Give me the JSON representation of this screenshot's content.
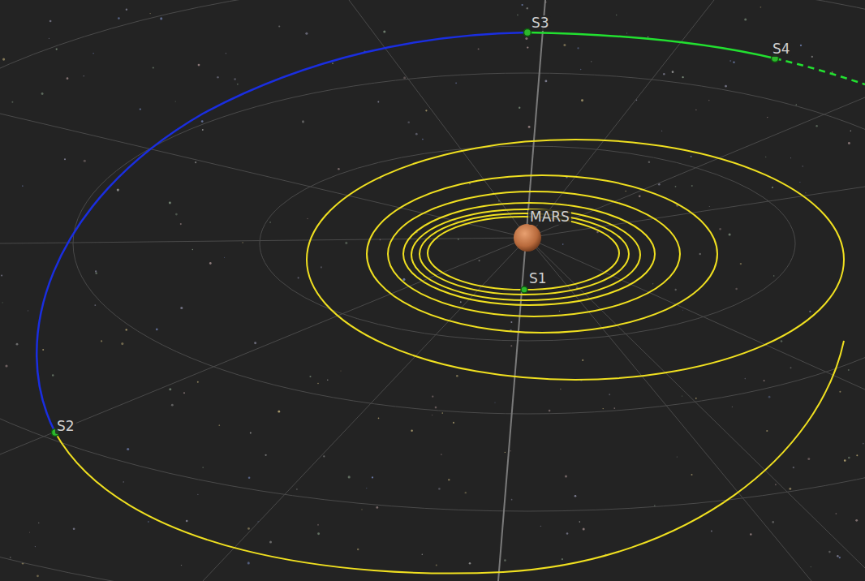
{
  "diagram": {
    "labels": [
      "S3",
      "S4",
      "MARS",
      "S1",
      "S2"
    ]
  }
}
